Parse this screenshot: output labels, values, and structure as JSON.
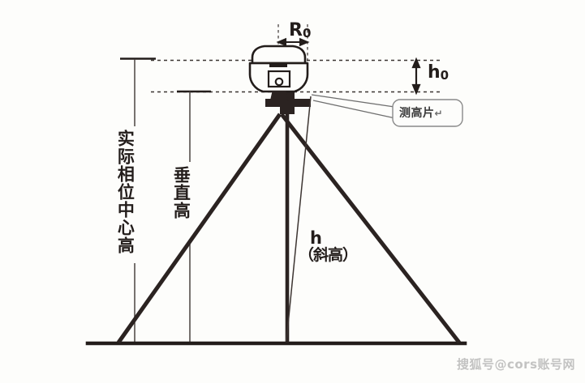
{
  "diagram": {
    "title": "GNSS receiver antenna height measurement diagram",
    "background_color": "#fdfdfb",
    "line_color": "#231d1b",
    "thin_line_color": "#55504e",
    "callout_border_color": "#8a8a8a",
    "watermark_color": "#b9b9b9",
    "labels": {
      "actual_phase_center_height": "实际相位中心高",
      "vertical_height": "垂直高",
      "slant_height_symbol": "h",
      "slant_height_name": "（斜高）",
      "antenna_radius_symbol": "R",
      "antenna_radius_subscript": "0",
      "offset_symbol": "h",
      "offset_subscript": "0",
      "measurement_plate_callout": "测高片",
      "measurement_plate_callout_return": "↵"
    },
    "watermark": "搜狐号@cors账号网"
  }
}
